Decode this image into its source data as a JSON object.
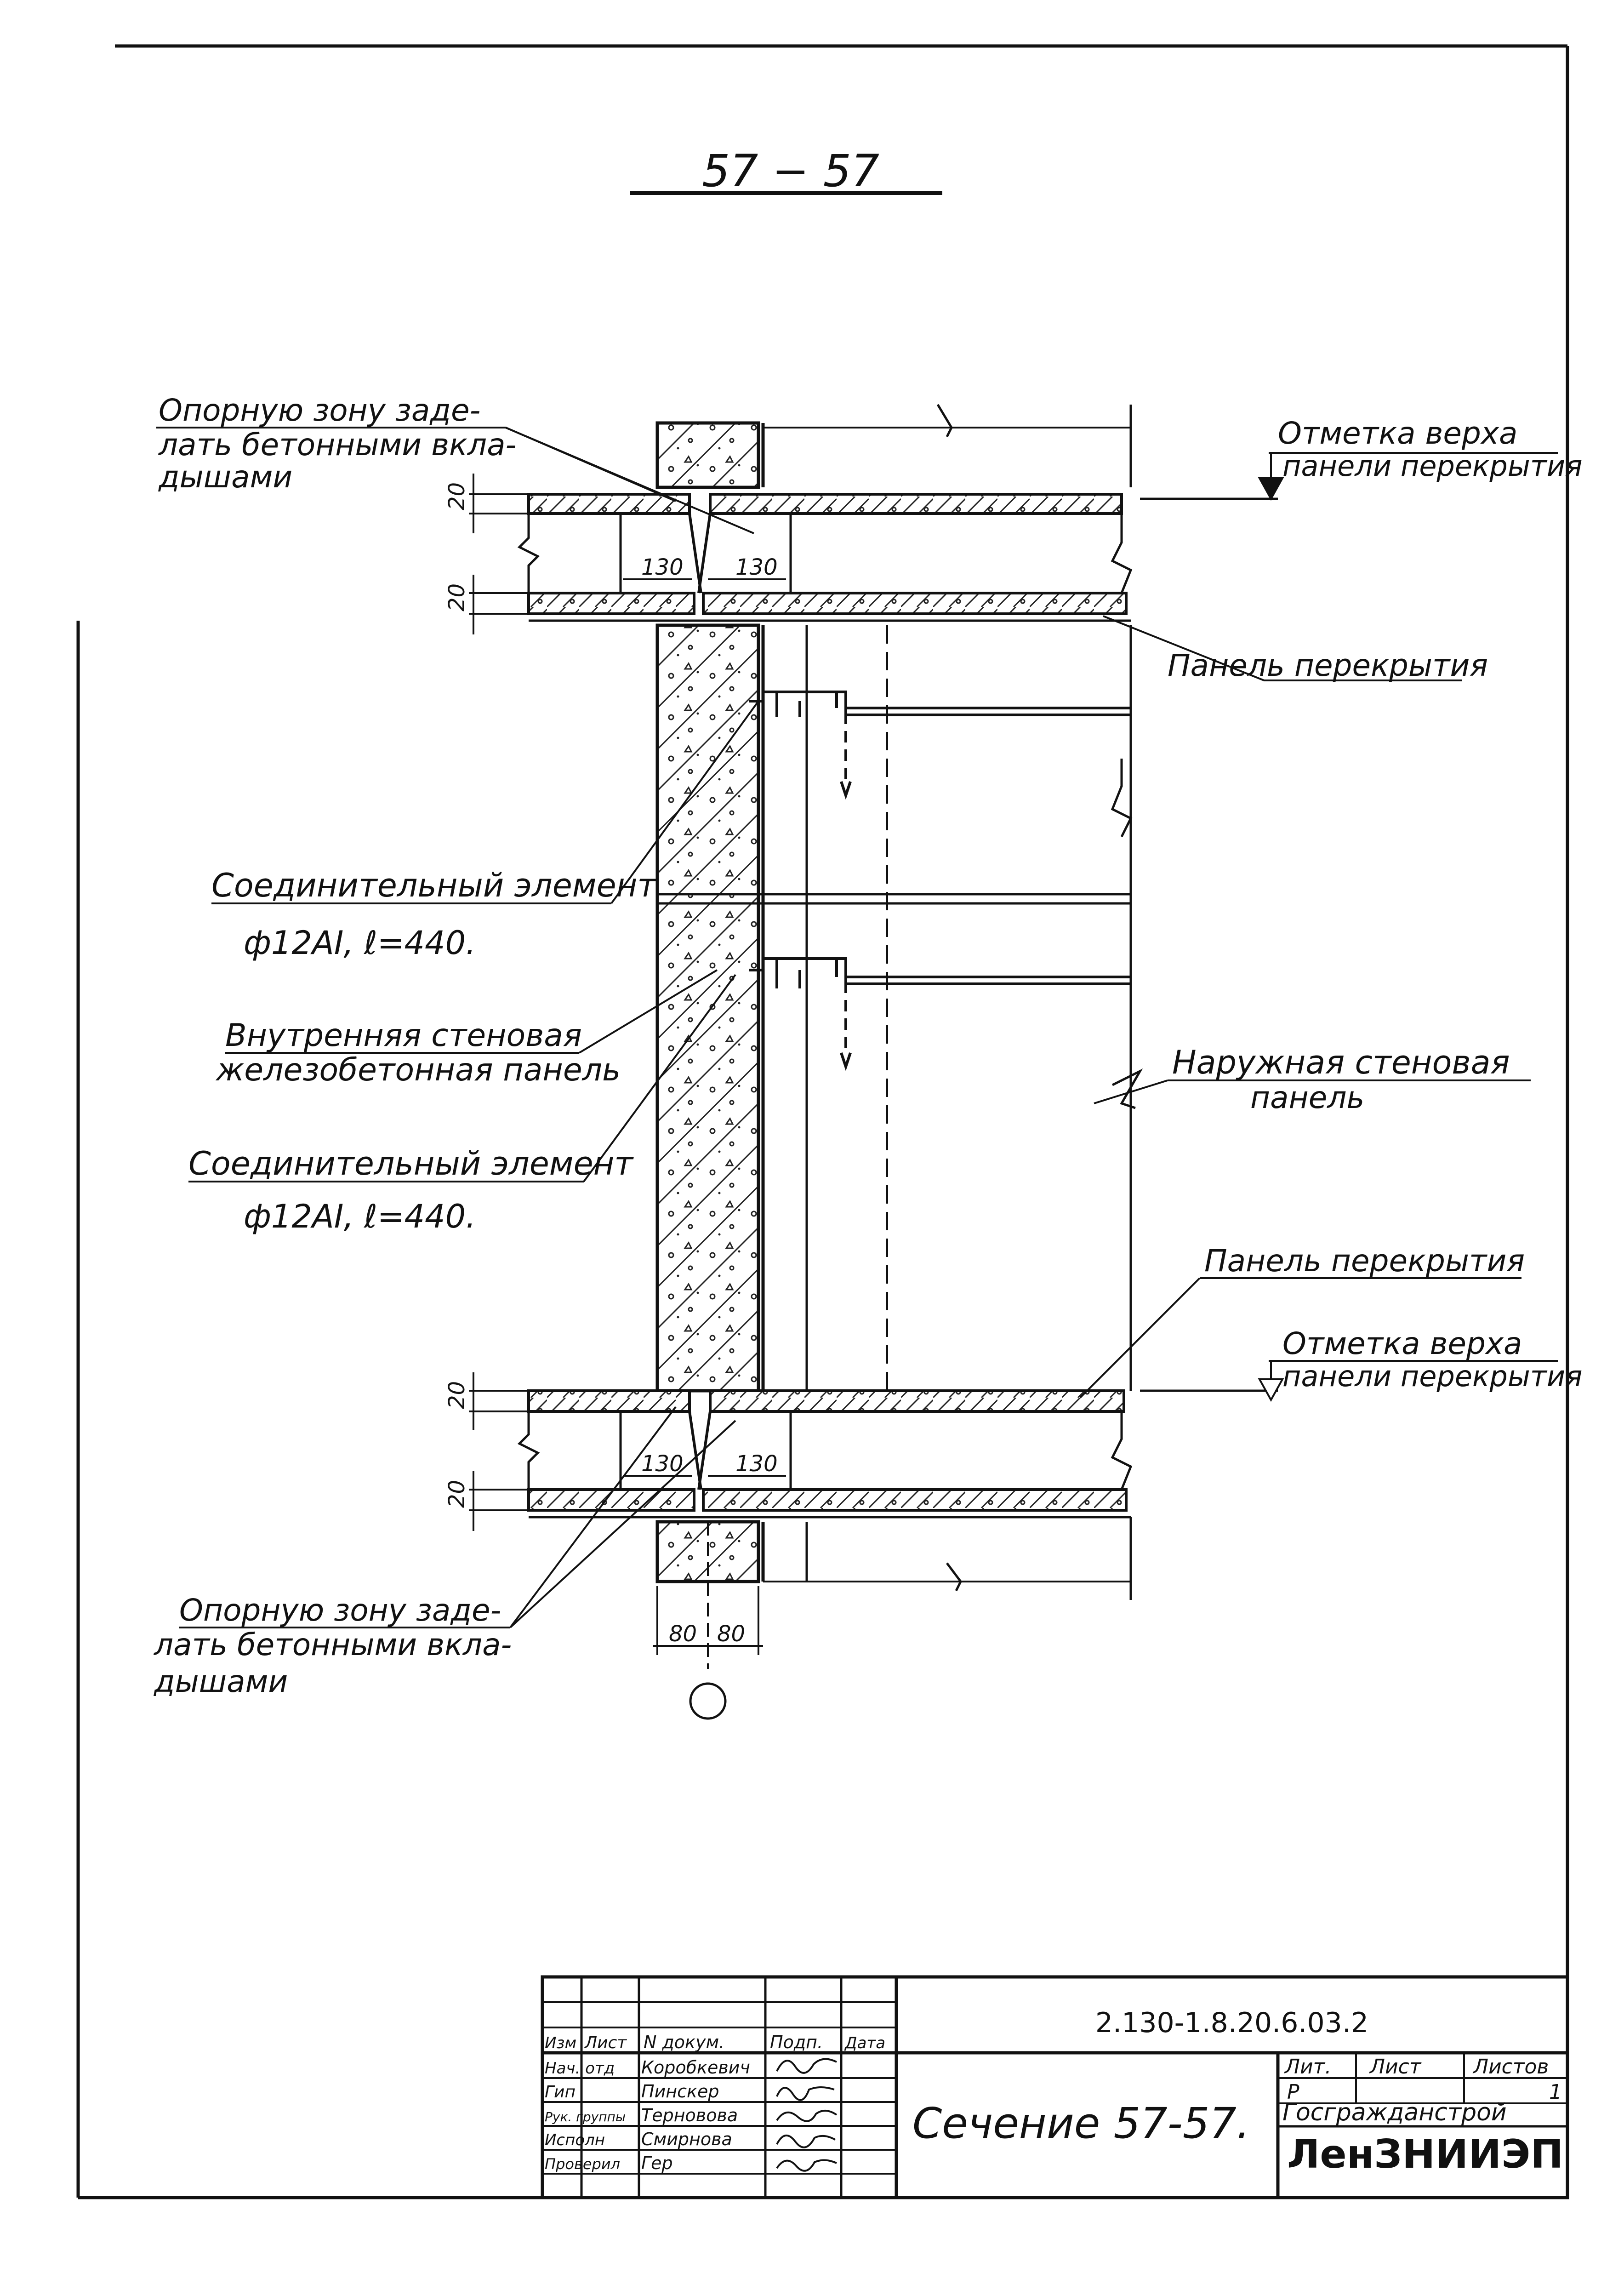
{
  "section_title": "57 − 57",
  "labels": {
    "support_zone_top": [
      "Опорную зону заде-",
      "лать бетонными вкла-",
      "дышами"
    ],
    "support_zone_bottom": [
      "Опорную зону заде-",
      "лать бетонными вкла-",
      "дышами"
    ],
    "mark_top": [
      "Отметка верха",
      "панели перекрытия"
    ],
    "mark_bottom": [
      "Отметка верха",
      "панели перекрытия"
    ],
    "floor_panel_1": "Панель перекрытия",
    "floor_panel_2": "Панель перекрытия",
    "connector_1": [
      "Соединительный элемент",
      "ф12АI, ℓ=440."
    ],
    "connector_2": [
      "Соединительный элемент",
      "ф12АI, ℓ=440."
    ],
    "inner_panel": [
      "Внутренняя стеновая",
      "железобетонная панель"
    ],
    "outer_panel": [
      "Наружная стеновая",
      "панель"
    ]
  },
  "dimensions": {
    "top_gap": "20",
    "top_bottom_gap": "20",
    "bot_gap": "20",
    "bot_bottom_gap": "20",
    "bearing_top_left": "130",
    "bearing_top_right": "130",
    "bearing_bot_left": "130",
    "bearing_bot_right": "130",
    "axis_left": "80",
    "axis_right": "80"
  },
  "title_block": {
    "doc_number": "2.130-1.8.20.6.03.2",
    "sheet_title": "Сечение 57-57.",
    "col_headers": [
      "Изм",
      "Лист",
      "N докум.",
      "Подп.",
      "Дата"
    ],
    "staff": [
      {
        "role": "Нач. отд",
        "name": "Коробкевич"
      },
      {
        "role": "Гип",
        "name": "Пинскер"
      },
      {
        "role": "Рук. группы",
        "name": "Терновова"
      },
      {
        "role": "Исполн",
        "name": "Смирнова"
      },
      {
        "role": "Проверил",
        "name": "Гер"
      }
    ],
    "stage_header": "Лит.",
    "sheet_header": "Лист",
    "sheets_header": "Листов",
    "stage": "Р",
    "sheet": "",
    "sheets": "1",
    "org1": "Госгражданстрой",
    "org2": "ЛенЗНИИЭП"
  }
}
